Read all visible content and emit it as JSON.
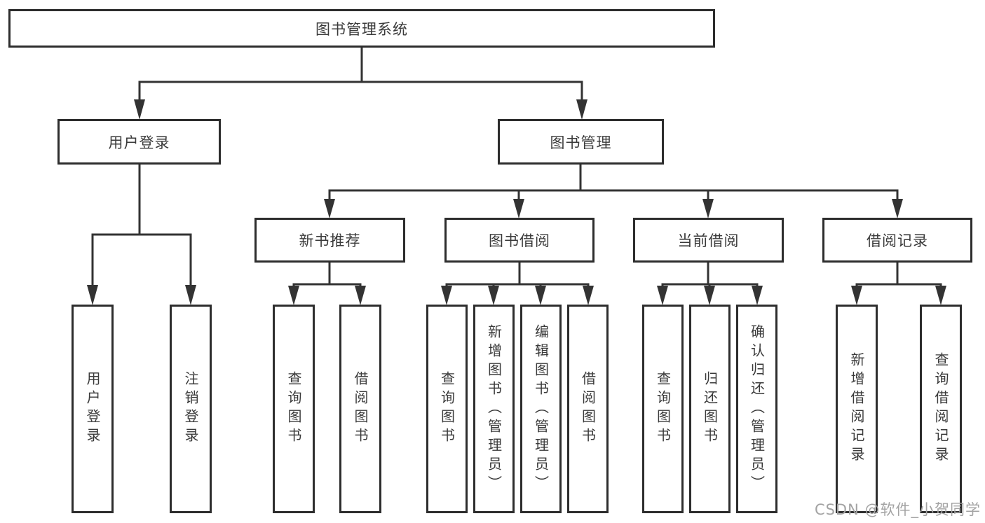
{
  "diagram": {
    "root": {
      "label": "图书管理系统"
    },
    "level2": [
      {
        "label": "用户登录"
      },
      {
        "label": "图书管理"
      }
    ],
    "level3": [
      {
        "label": "新书推荐"
      },
      {
        "label": "图书借阅"
      },
      {
        "label": "当前借阅"
      },
      {
        "label": "借阅记录"
      }
    ],
    "leaves": {
      "login": [
        "用户登录",
        "注销登录"
      ],
      "recommend": [
        "查询图书",
        "借阅图书"
      ],
      "borrow": [
        "查询图书",
        "新增图书（管理员）",
        "编辑图书（管理员）",
        "借阅图书"
      ],
      "current": [
        "查询图书",
        "归还图书",
        "确认归还（管理员）"
      ],
      "record": [
        "新增借阅记录",
        "查询借阅记录"
      ]
    }
  },
  "watermark": {
    "text": "CSDN @软件_小贺同学"
  },
  "colors": {
    "line": "#333333",
    "box_border": "#2d2d2d",
    "text": "#3a3a3a",
    "watermark_text": "#a3a3a3",
    "background": "#ffffff"
  }
}
